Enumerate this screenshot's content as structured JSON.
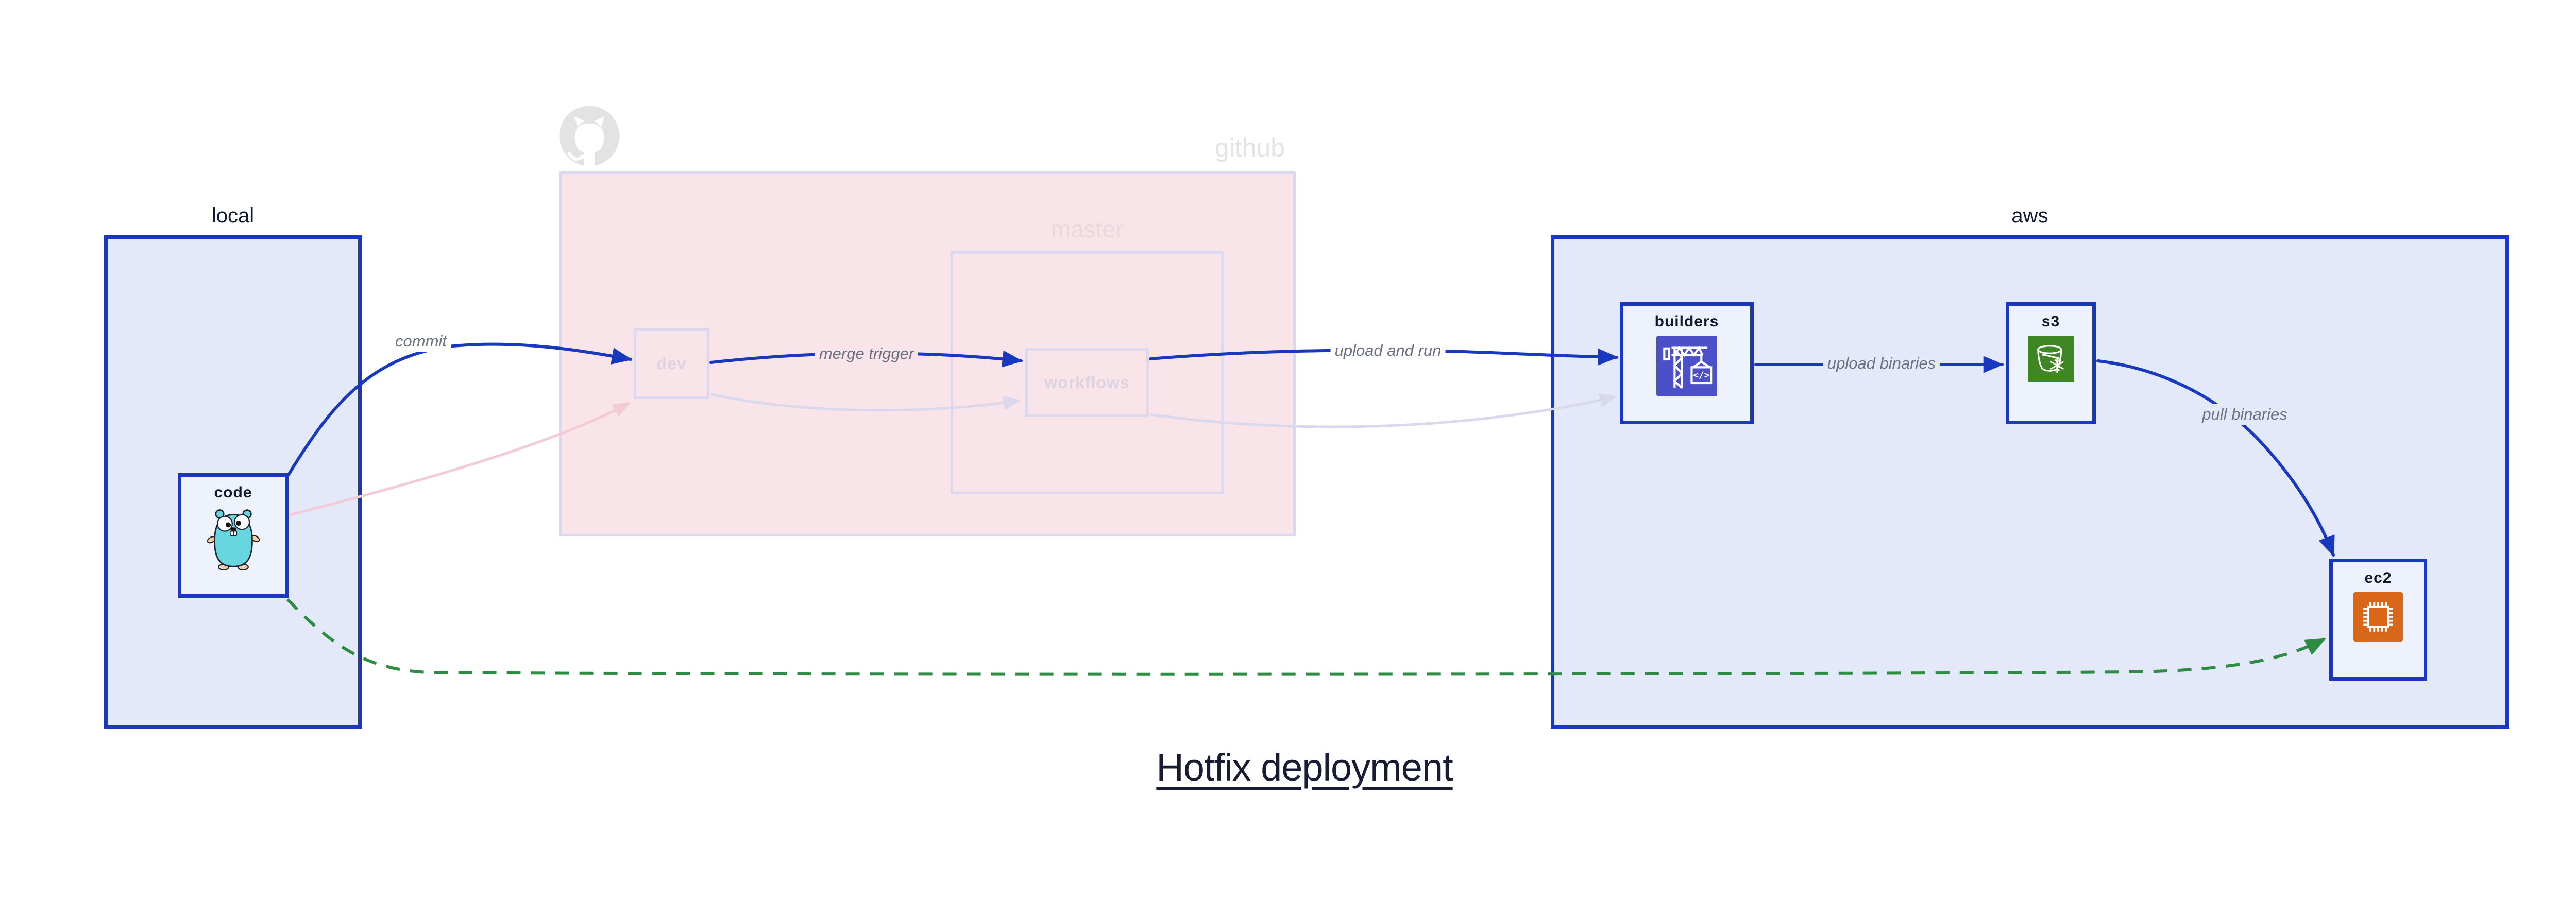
{
  "title": {
    "text": "Hotfix deployment"
  },
  "containers": {
    "local": {
      "label": "local"
    },
    "github": {
      "label": "github",
      "master": {
        "label": "master"
      }
    },
    "aws": {
      "label": "aws"
    }
  },
  "nodes": {
    "code": {
      "label": "code",
      "icon": "go-gopher"
    },
    "dev": {
      "label": "dev"
    },
    "workflows": {
      "label": "workflows"
    },
    "builders": {
      "label": "builders",
      "icon": "codebuild-crane",
      "icon_glyph": "</>"
    },
    "s3": {
      "label": "s3",
      "icon": "s3-glacier-bucket"
    },
    "ec2": {
      "label": "ec2",
      "icon": "ec2-chip"
    }
  },
  "edges": {
    "commit": {
      "label": "commit",
      "style": "solid-blue"
    },
    "merge_trigger": {
      "label": "merge trigger",
      "style": "solid-blue"
    },
    "upload_and_run": {
      "label": "upload and run",
      "style": "solid-blue"
    },
    "upload_binaries": {
      "label": "upload binaries",
      "style": "solid-blue"
    },
    "pull_binaries": {
      "label": "pull binaries",
      "style": "solid-blue"
    },
    "hotfix_path": {
      "style": "dashed-green"
    },
    "faded_code_to_dev": {
      "style": "faded-pink"
    },
    "faded_dev_to_workflows": {
      "style": "faded-lavender"
    },
    "faded_workflows_to_builders": {
      "style": "faded-lavender"
    }
  },
  "colors": {
    "blue": "#1738bf",
    "panel_fill": "#e4e9f9",
    "node_fill": "#eef2fc",
    "dark_text": "#10172e",
    "pink_fill": "#f9e4ea",
    "faded_border": "#dcd9ef",
    "faded_text": "#dcd3e2",
    "master_label": "#ead8de",
    "github_gray": "#e4e4e4",
    "faded_pink_line": "#f2cbd7",
    "faded_lavender_line": "#d9d8ed",
    "gray_label": "#6b7080",
    "green": "#2e8b44",
    "builders_icon_bg": "#4b4fc8",
    "s3_icon_bg": "#3f8624",
    "ec2_icon_bg": "#d9671a"
  }
}
